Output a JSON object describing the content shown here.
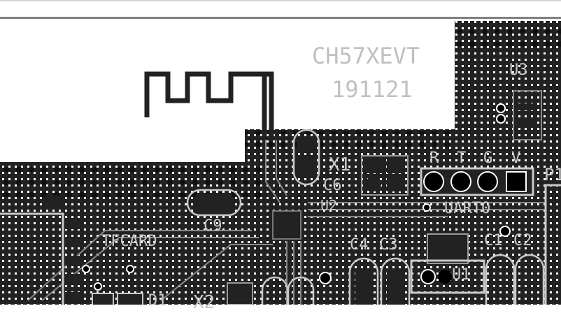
{
  "board": {
    "title": "CH57XEVT",
    "date": "191121",
    "colors": {
      "copper": "#222222",
      "silkscreen": "#c8c8c8",
      "background": "#ffffff",
      "frame": "#808080",
      "grid_dots": "#ffffff"
    }
  },
  "components": {
    "U3": "U3",
    "X1": "X1",
    "C6": "C6",
    "U2": "U2",
    "C9": "C9",
    "TFCARD": "TFCARD",
    "C4": "C4",
    "C3": "C3",
    "U1": "U1",
    "C1": "C1",
    "C2": "C2",
    "D1": "D1",
    "X2": "X2",
    "P1": "P1",
    "UART0": "UART0"
  },
  "header_pins": [
    "R",
    "T",
    "G",
    "V"
  ],
  "icons": {
    "antenna": "pcb-meander-antenna-icon",
    "via": "via-icon",
    "pad": "pad-icon"
  }
}
